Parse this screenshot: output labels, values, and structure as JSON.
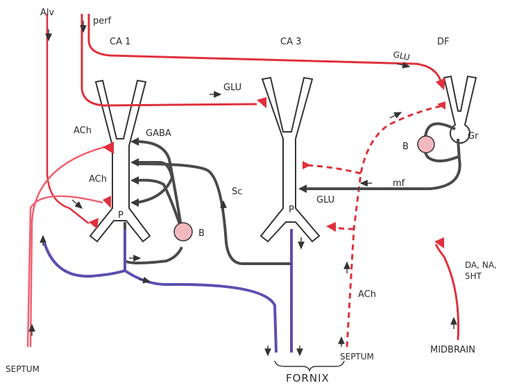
{
  "labels": {
    "alv": "Alv",
    "perf": "perf",
    "ca1": "CA 1",
    "ca3": "CA 3",
    "df": "DF",
    "glu_top": "GLU",
    "glu_ca3": "GLU",
    "glu_mid": "GLU",
    "ach_upper": "ACh",
    "ach_lower": "ACh",
    "ach_lower_right": "ACh",
    "gaba": "GABA",
    "gr": "Gr",
    "b_left": "B",
    "b_right": "B",
    "p_left": "P",
    "p_right": "P",
    "sc": "Sc",
    "mf": "mf",
    "septum_left": "SEPTUM",
    "septum_right": "SEPTUM",
    "fornix": "FORNIX",
    "midbrain": "MIDBRAIN",
    "da_line1": "DA, NA,",
    "da_line2": "5HT"
  },
  "colors": {
    "red": "#e0303c",
    "light_red": "#f06070",
    "dark_grey": "#4a4a4a",
    "purple": "#5a4fb0",
    "pink_cell": "#f4b8c0",
    "outline": "#333333"
  }
}
